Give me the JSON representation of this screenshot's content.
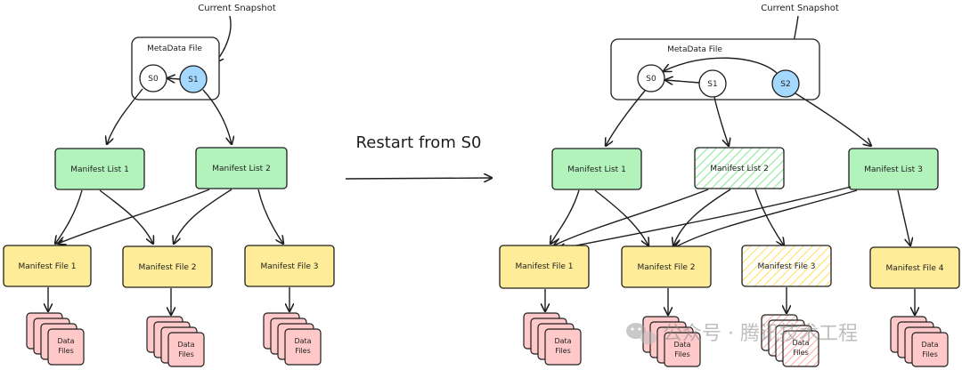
{
  "annotations": {
    "left_current_snapshot": "Current Snapshot",
    "right_current_snapshot": "Current Snapshot",
    "operation": "Restart from S0",
    "watermark": "公众号 · 腾讯技术工程"
  },
  "left": {
    "metadata_title": "MetaData File",
    "snapshots": [
      "S0",
      "S1"
    ],
    "manifest_lists": [
      "Manifest List 1",
      "Manifest List 2"
    ],
    "manifest_files": [
      "Manifest File 1",
      "Manifest File 2",
      "Manifest File 3"
    ],
    "data_label_1": "Data",
    "data_label_2": "Files"
  },
  "right": {
    "metadata_title": "MetaData File",
    "snapshots": [
      "S0",
      "S1",
      "S2"
    ],
    "manifest_lists": [
      "Manifest List 1",
      "Manifest List 2",
      "Manifest List 3"
    ],
    "manifest_files": [
      "Manifest File 1",
      "Manifest File 2",
      "Manifest File 3",
      "Manifest File 4"
    ],
    "data_label_1": "Data",
    "data_label_2": "Files"
  },
  "colors": {
    "manifest_list": "#b2f2bb",
    "manifest_file": "#ffec99",
    "current_snapshot": "#a5d8ff",
    "data_files": "#ffc9c9"
  }
}
